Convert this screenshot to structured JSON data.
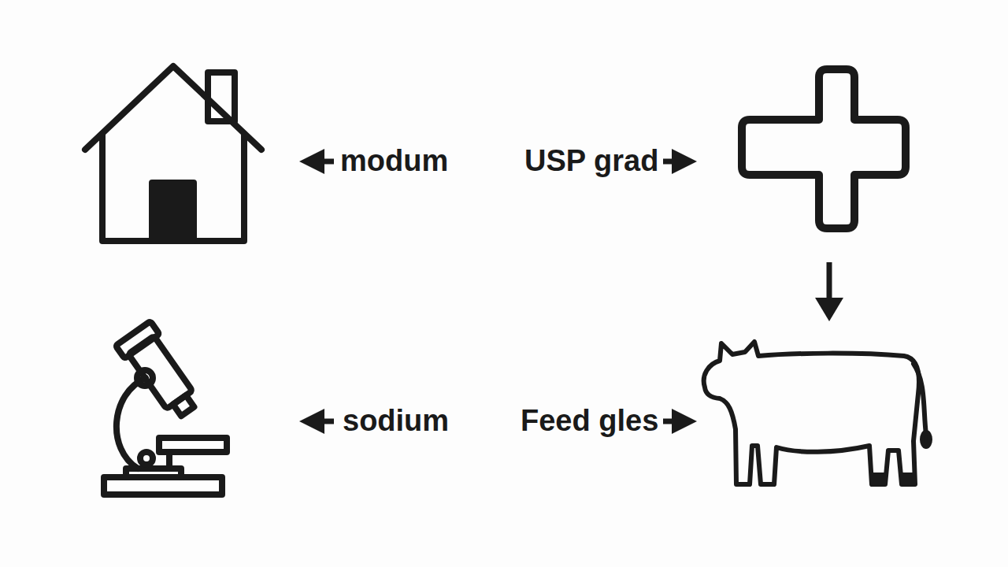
{
  "diagram": {
    "labels": [
      "modum",
      "USP grad",
      "sodium",
      "Feed gles"
    ]
  }
}
